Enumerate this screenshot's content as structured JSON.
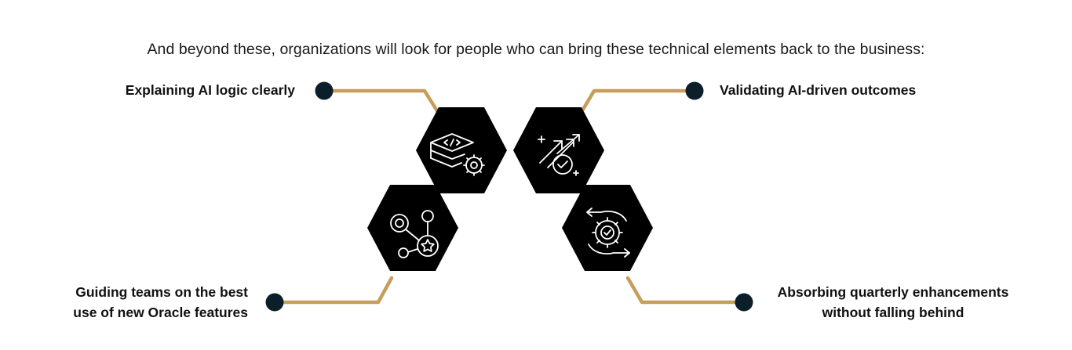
{
  "intro": "And beyond these, organizations will look for people who can bring these technical elements back to the business:",
  "items": [
    {
      "lines": [
        "Explaining AI logic clearly"
      ],
      "icon": "code-layers-gear-icon"
    },
    {
      "lines": [
        "Validating AI-driven outcomes"
      ],
      "icon": "growth-arrows-check-icon"
    },
    {
      "lines": [
        "Guiding teams on the best",
        "use of new Oracle features"
      ],
      "icon": "network-star-nodes-icon"
    },
    {
      "lines": [
        "Absorbing quarterly enhancements",
        "without falling behind"
      ],
      "icon": "gear-check-cycle-icon"
    }
  ],
  "colors": {
    "hexagon": "#000000",
    "connector": "#c79d5b",
    "node": "#0b1f2a",
    "icon_stroke": "#ffffff"
  }
}
